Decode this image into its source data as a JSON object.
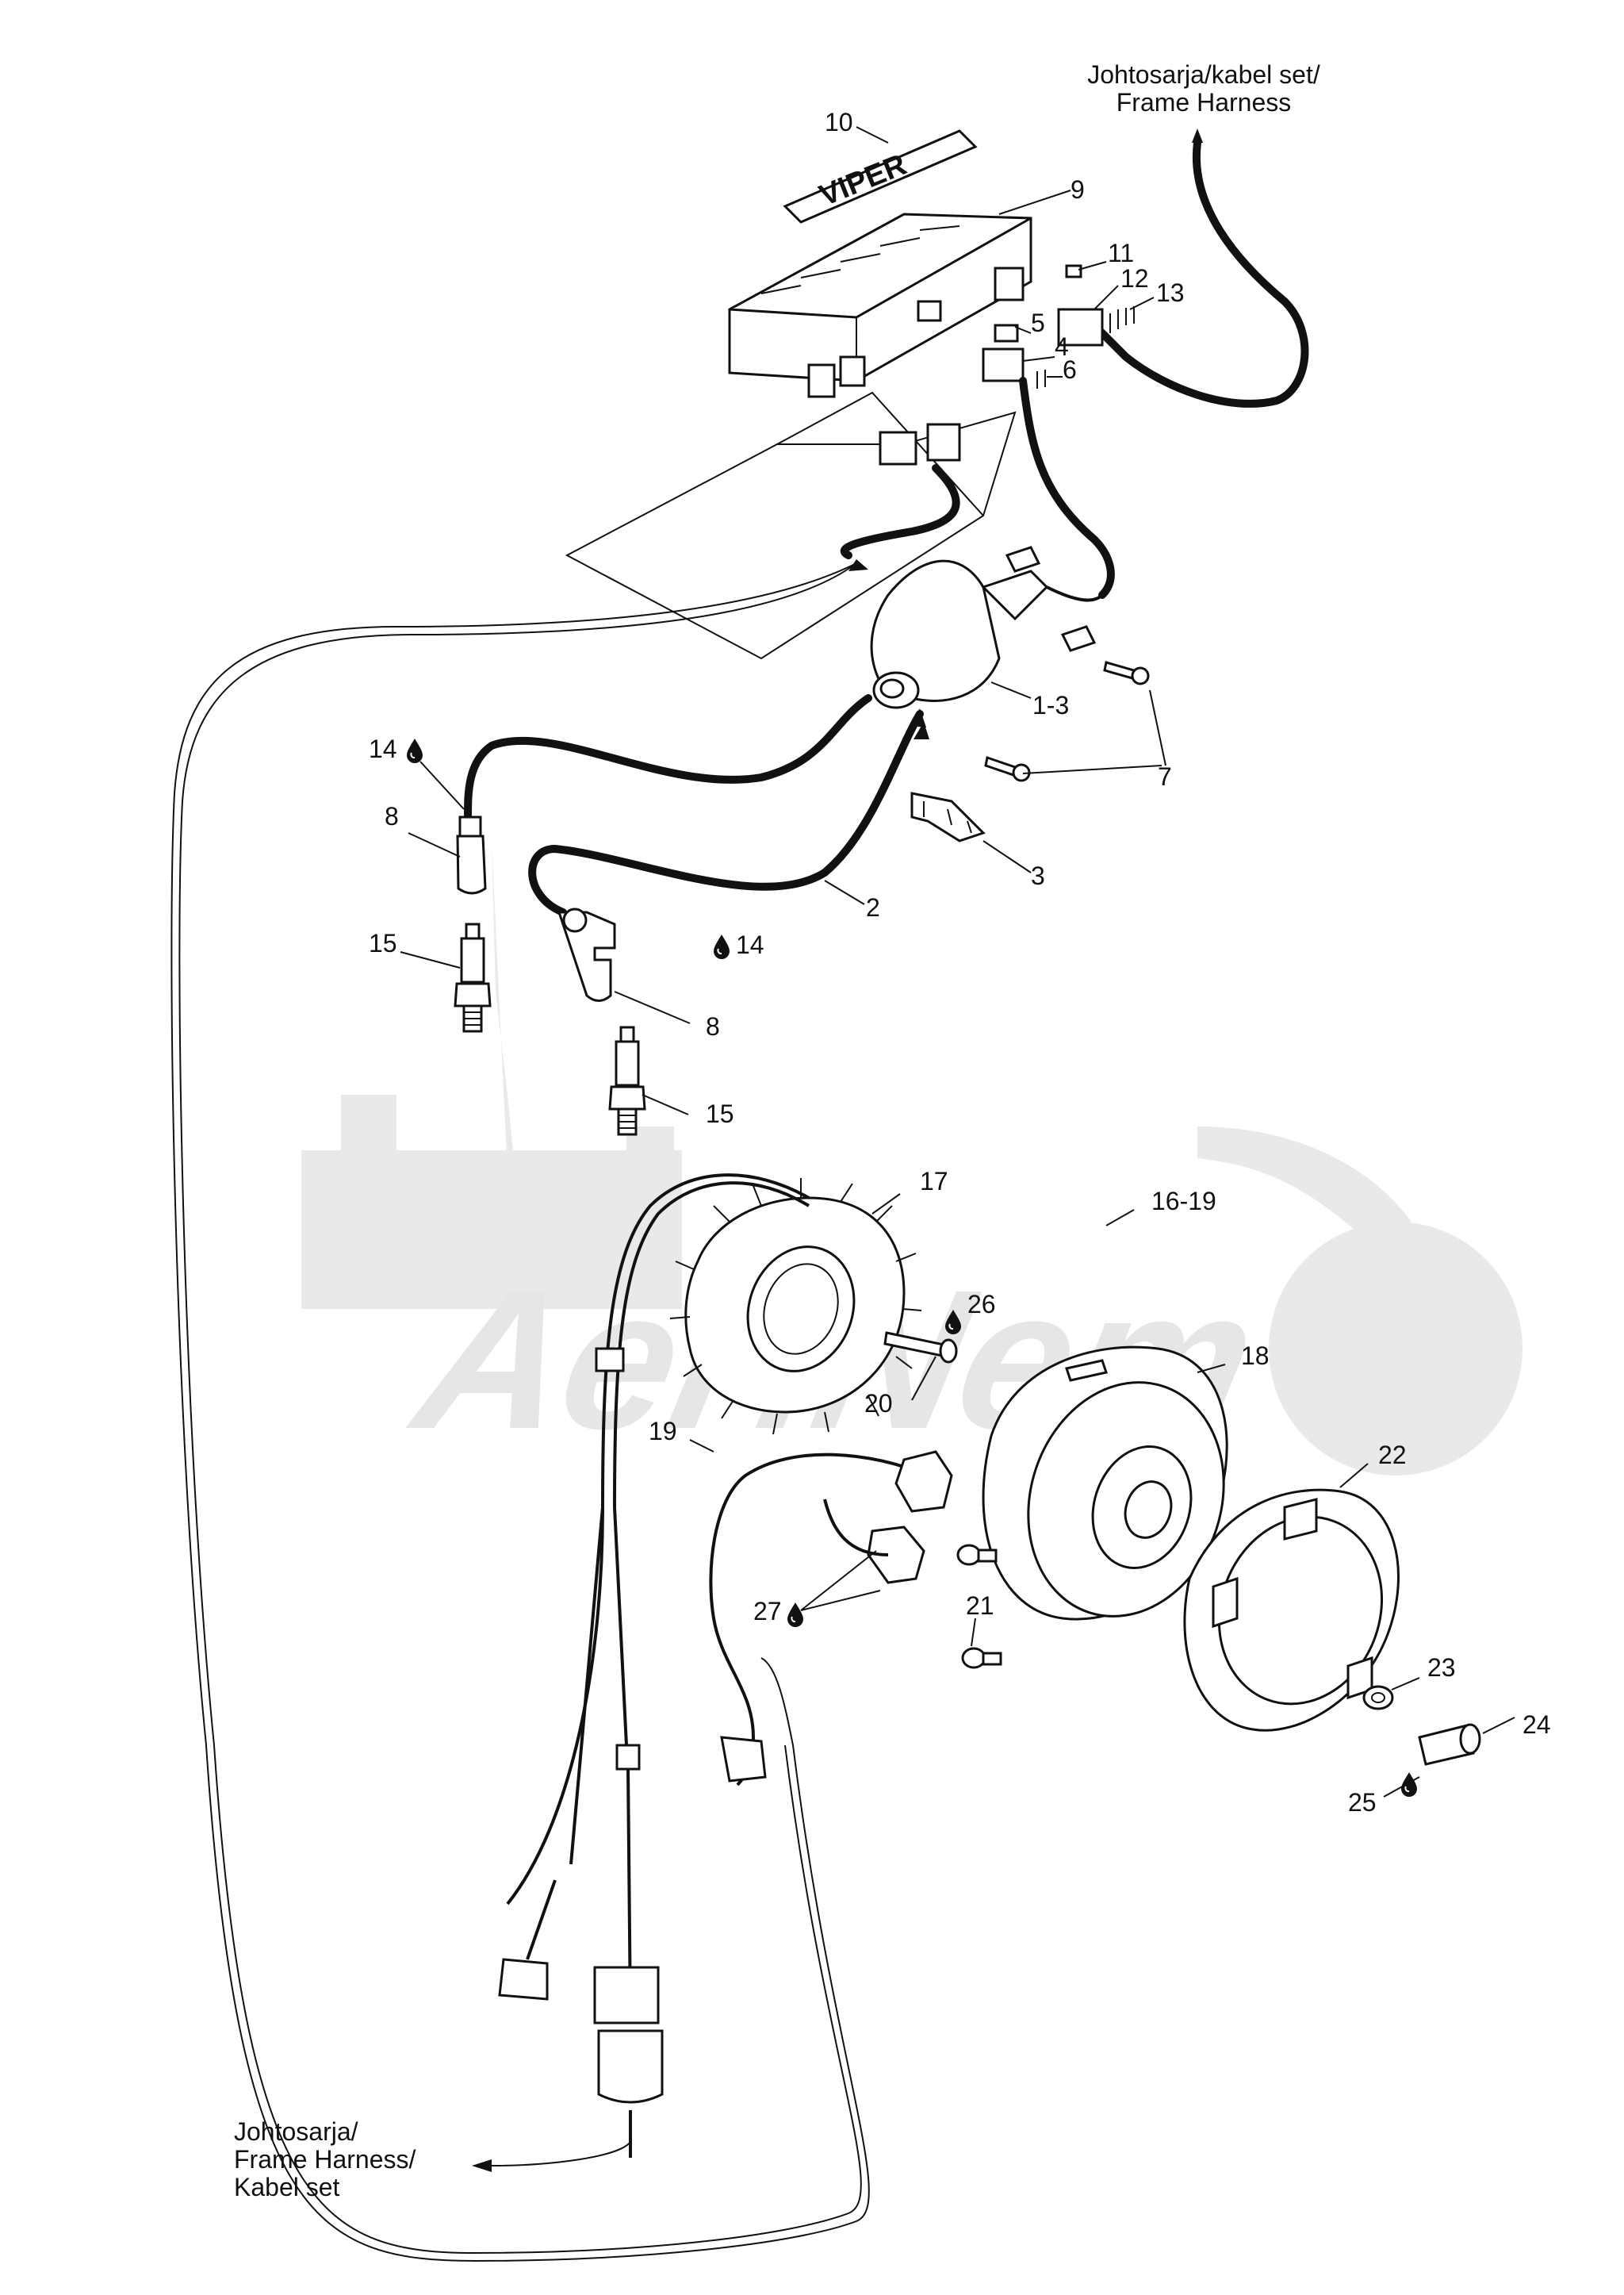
{
  "watermark": {
    "text": "AeHNem"
  },
  "harness_labels": {
    "top": [
      "Johtosarja/kabel set/",
      "Frame Harness"
    ],
    "bottom": [
      "Johtosarja/",
      "Frame Harness/",
      "Kabel set"
    ]
  },
  "callouts": [
    "10",
    "9",
    "11",
    "12",
    "13",
    "5",
    "4",
    "6",
    "1-3",
    "7",
    "3",
    "2",
    "14",
    "8",
    "15",
    "14",
    "8",
    "15",
    "17",
    "16-19",
    "26",
    "18",
    "20",
    "19",
    "22",
    "27",
    "21",
    "23",
    "24",
    "25"
  ],
  "symbols": {
    "sealant_icon": "droplet"
  }
}
